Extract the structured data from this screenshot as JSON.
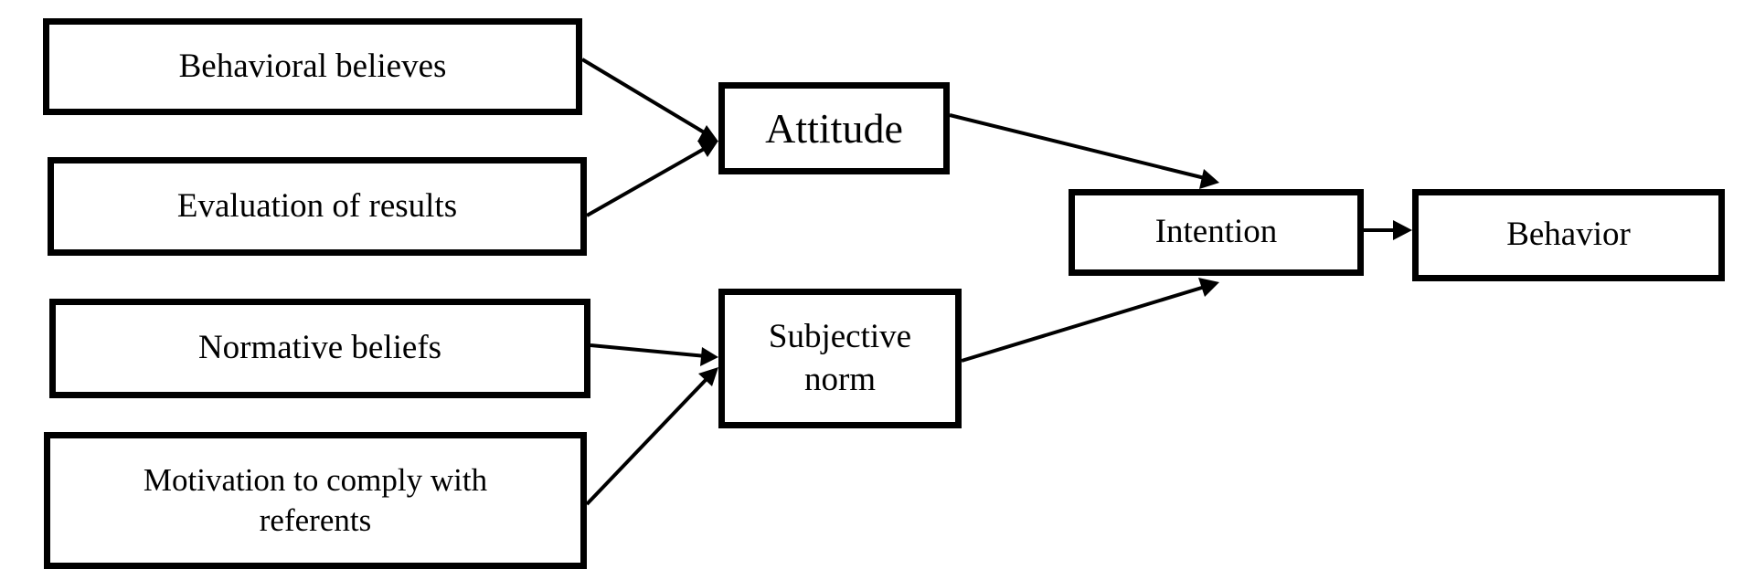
{
  "nodes": {
    "behavioral_beliefs": "Behavioral believes",
    "evaluation_of_results": "Evaluation of results",
    "normative_beliefs": "Normative beliefs",
    "motivation_to_comply": "Motivation to comply with referents",
    "attitude": "Attitude",
    "subjective_norm": "Subjective norm",
    "intention": "Intention",
    "behavior": "Behavior"
  },
  "edges": [
    {
      "from": "behavioral_beliefs",
      "to": "attitude"
    },
    {
      "from": "evaluation_of_results",
      "to": "attitude"
    },
    {
      "from": "normative_beliefs",
      "to": "subjective_norm"
    },
    {
      "from": "motivation_to_comply",
      "to": "subjective_norm"
    },
    {
      "from": "attitude",
      "to": "intention"
    },
    {
      "from": "subjective_norm",
      "to": "intention"
    },
    {
      "from": "intention",
      "to": "behavior"
    }
  ],
  "colors": {
    "stroke": "#000000",
    "background": "#ffffff"
  }
}
